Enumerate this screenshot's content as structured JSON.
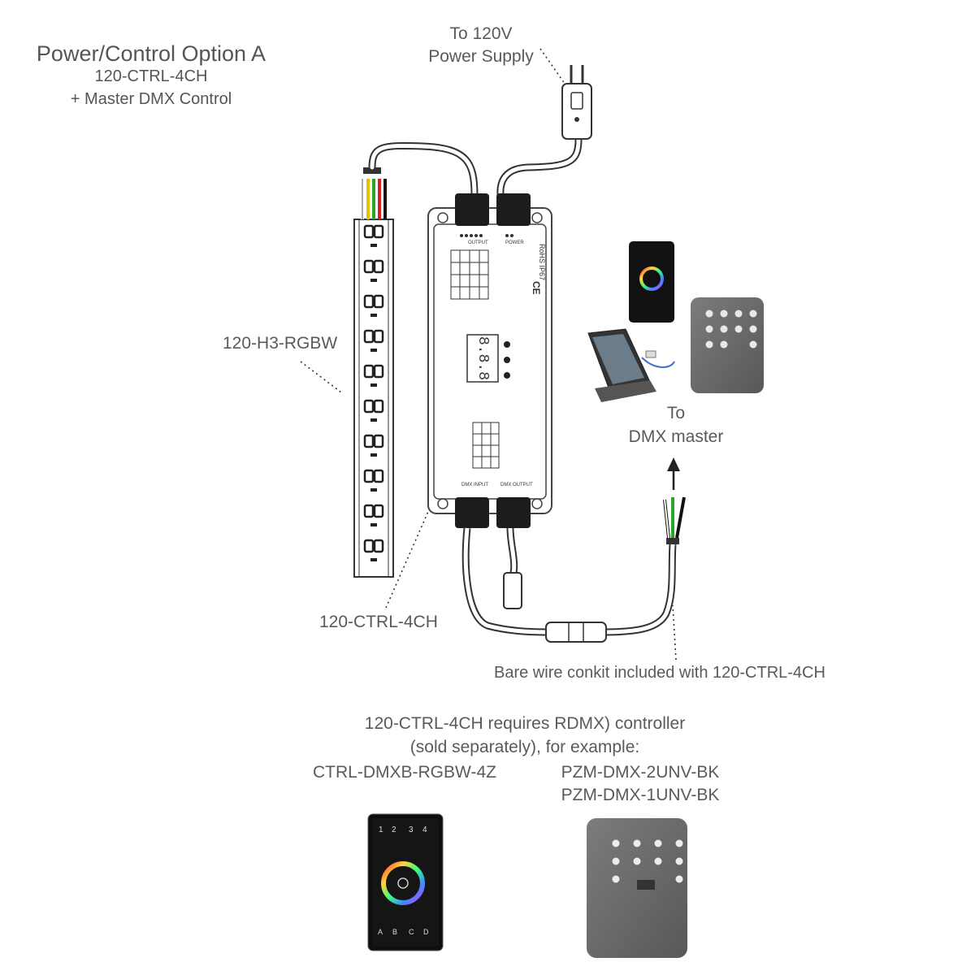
{
  "header": {
    "title": "Power/Control Option A",
    "subtitle_1": "120-CTRL-4CH",
    "subtitle_2": "+ Master DMX Control"
  },
  "labels": {
    "power_supply_line1": "To 120V",
    "power_supply_line2": "Power Supply",
    "strip_label": "120-H3-RGBW",
    "controller_label": "120-CTRL-4CH",
    "dmx_master_line1": "To",
    "dmx_master_line2": "DMX master",
    "conkit_label": "Bare wire conkit included with 120-CTRL-4CH"
  },
  "controller_device": {
    "port_top_left": "OUTPUT",
    "port_top_right": "POWER",
    "port_bottom_left": "DMX INPUT",
    "port_bottom_right": "DMX OUTPUT",
    "display_digits": "8.8.8",
    "cert_text": "RoHS IP67"
  },
  "footer": {
    "requires_line1": "120-CTRL-4CH requires RDMX) controller",
    "requires_line2": "(sold separately), for example:",
    "example_left": "CTRL-DMXB-RGBW-4Z",
    "example_right_1": "PZM-DMX-2UNV-BK",
    "example_right_2": "PZM-DMX-1UNV-BK"
  },
  "touch_panel": {
    "zone_labels": [
      "1",
      "2",
      "3",
      "4"
    ],
    "bottom_labels": [
      "A",
      "B",
      "C",
      "D"
    ]
  },
  "colors": {
    "text": "#5a5a5a",
    "device_outline": "#444444",
    "panel_black": "#111111",
    "keypad_grey": "#6a6a6a"
  }
}
